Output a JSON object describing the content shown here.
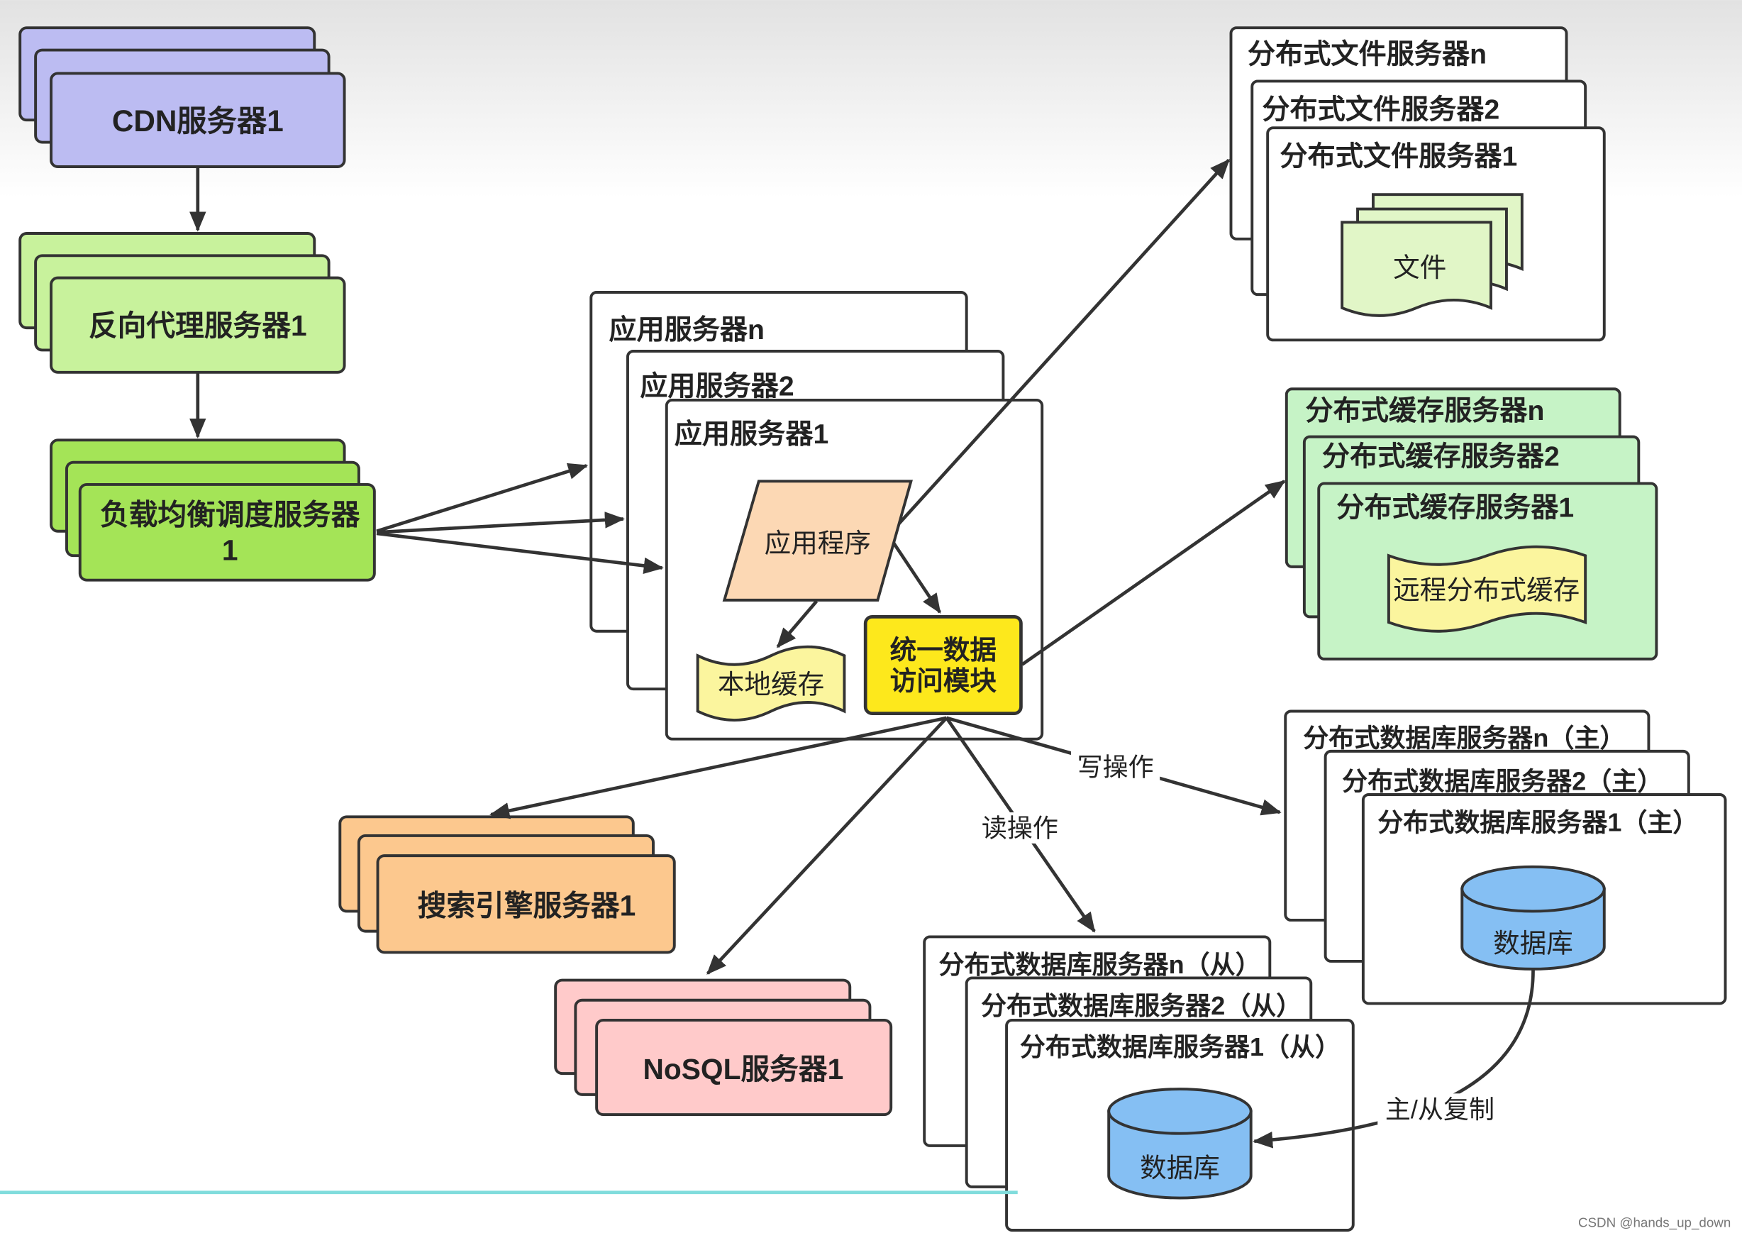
{
  "watermark": "CSDN @hands_up_down",
  "colors": {
    "cdn": "#bcbcf2",
    "reverse_proxy": "#c8f29c",
    "load_balancer": "#a4e457",
    "app_server": "#ffffff",
    "app_program": "#fcd8b4",
    "cache_tape": "#fbf59e",
    "data_access": "#fde81c",
    "file_server": "#ffffff",
    "file_doc": "#e1f6c7",
    "cache_server": "#c6f3c6",
    "db_server": "#ffffff",
    "database": "#85bff3",
    "search": "#fcc88e",
    "nosql": "#ffcaca",
    "divider": "#80dcdc"
  },
  "cdn": {
    "label": "CDN服务器1"
  },
  "reverse_proxy": {
    "label": "反向代理服务器1"
  },
  "load_balancer": {
    "line1": "负载均衡调度服务器",
    "line2": "1"
  },
  "app_servers": {
    "titles": [
      "应用服务器n",
      "应用服务器2",
      "应用服务器1"
    ],
    "program": "应用程序",
    "local_cache": "本地缓存",
    "data_access": {
      "line1": "统一数据",
      "line2": "访问模块"
    }
  },
  "file_servers": {
    "titles": [
      "分布式文件服务器n",
      "分布式文件服务器2",
      "分布式文件服务器1"
    ],
    "file": "文件"
  },
  "cache_servers": {
    "titles": [
      "分布式缓存服务器n",
      "分布式缓存服务器2",
      "分布式缓存服务器1"
    ],
    "remote_cache": "远程分布式缓存"
  },
  "db_master": {
    "titles": [
      "分布式数据库服务器n（主）",
      "分布式数据库服务器2（主）",
      "分布式数据库服务器1（主）"
    ],
    "database": "数据库"
  },
  "db_slave": {
    "titles": [
      "分布式数据库服务器n（从）",
      "分布式数据库服务器2（从）",
      "分布式数据库服务器1（从）"
    ],
    "database": "数据库"
  },
  "search": {
    "label": "搜索引擎服务器1"
  },
  "nosql": {
    "label": "NoSQL服务器1"
  },
  "edges": {
    "write": "写操作",
    "read": "读操作",
    "replication": "主/从复制"
  }
}
